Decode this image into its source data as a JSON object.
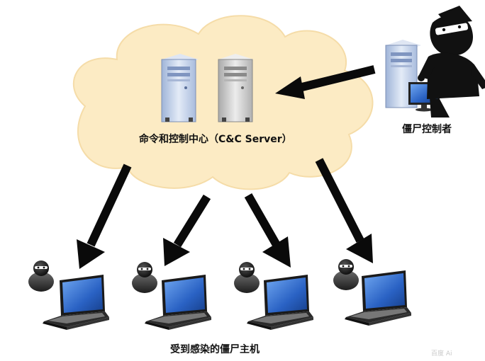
{
  "labels": {
    "cc_server": "命令和控制中心（C&C Server）",
    "controller": "僵尸控制者",
    "infected_hosts": "受到感染的僵尸主机",
    "watermark": "百度 Ai"
  },
  "icons": [
    "cloud-icon",
    "server-icon",
    "hacker-icon",
    "computer-icon",
    "user-icon",
    "laptop-icon",
    "arrow-icon"
  ],
  "colors": {
    "cloud_fill": "#fcebc4",
    "arrow": "#0a0a0a",
    "server_blue": "#cfdcef",
    "server_gray": "#d9d9d9",
    "laptop_screen": "#2f6fcf"
  }
}
